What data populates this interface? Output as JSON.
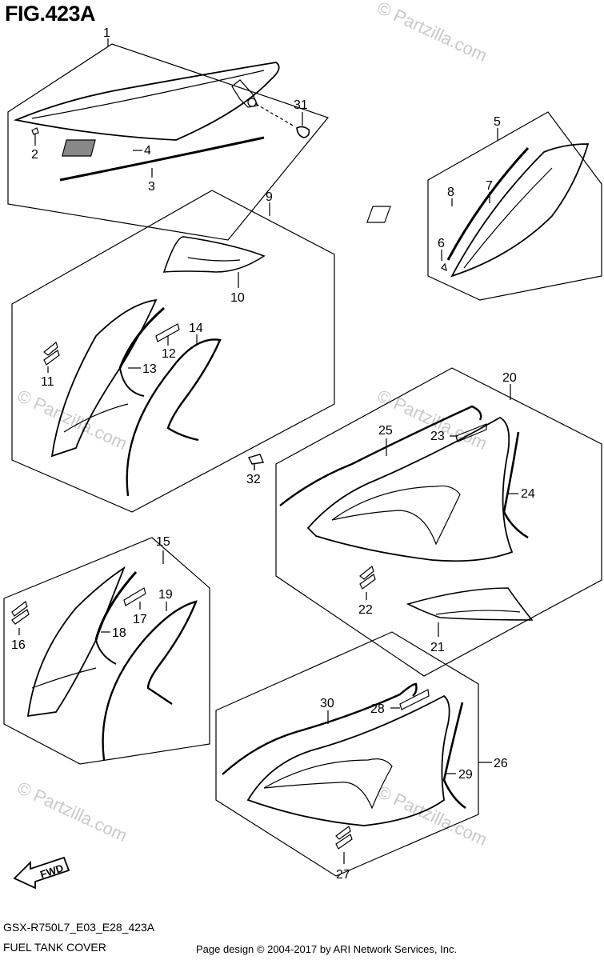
{
  "figure": {
    "title": "FIG.423A",
    "model_code": "GSX-R750L7_E03_E28_423A",
    "caption": "FUEL TANK COVER",
    "copyright": "Page design © 2004-2017 by ARI Network Services, Inc."
  },
  "watermark": "© Partzilla.com",
  "callouts": {
    "c1": "1",
    "c2": "2",
    "c3": "3",
    "c4": "4",
    "c31": "31",
    "c5": "5",
    "c6": "6",
    "c7": "7",
    "c8": "8",
    "c9": "9",
    "c10": "10",
    "c11": "11",
    "c12": "12",
    "c13": "13",
    "c14": "14",
    "c32": "32",
    "c20": "20",
    "c21": "21",
    "c22": "22",
    "c23": "23",
    "c24": "24",
    "c25": "25",
    "c15": "15",
    "c16": "16",
    "c17": "17",
    "c18": "18",
    "c19": "19",
    "c26": "26",
    "c27": "27",
    "c28": "28",
    "c29": "29",
    "c30": "30"
  },
  "fwd_label": "FWD",
  "colors": {
    "line": "#000000",
    "watermark": "#c9c9c9",
    "background": "#ffffff"
  }
}
